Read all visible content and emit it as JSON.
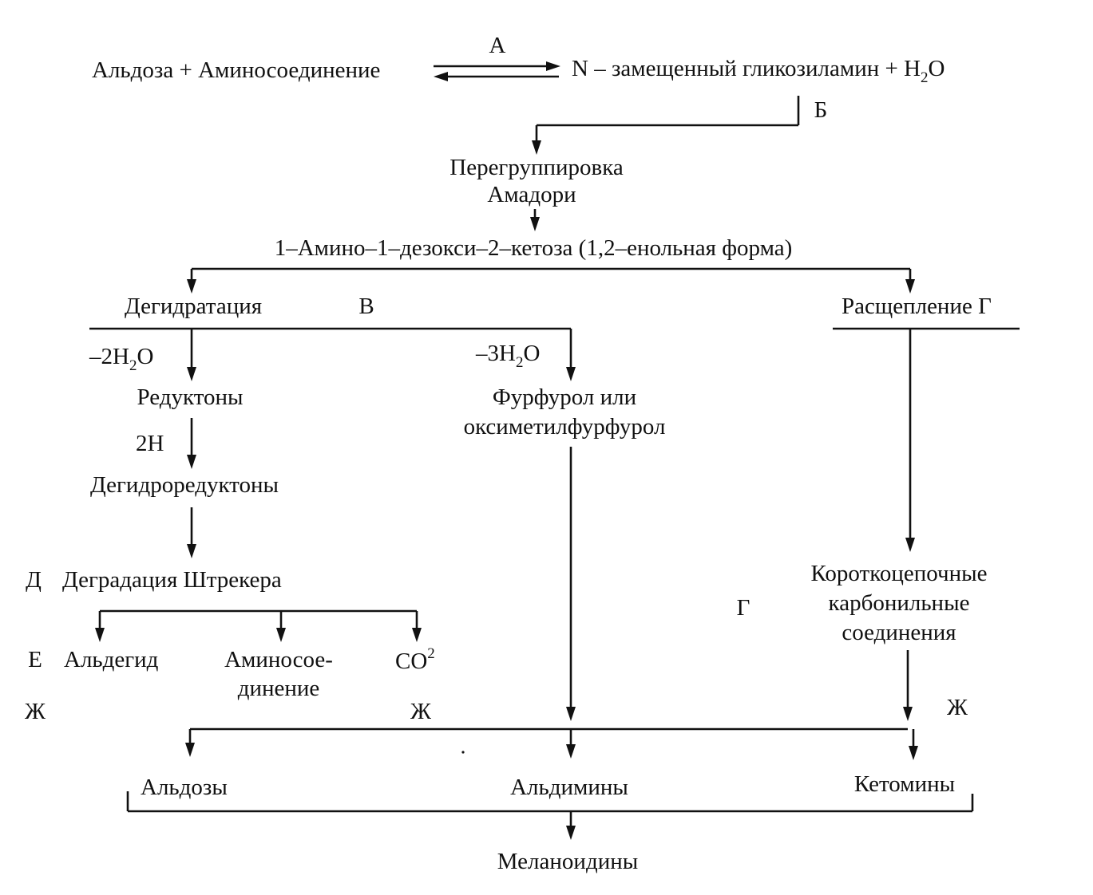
{
  "scheme": {
    "nodes": {
      "reactants": "Альдоза + Аминосоединение",
      "glycosylamine": "N – замещенный гликозиламин + H",
      "glycosylamine_sub": "2",
      "glycosylamine_tail": "O",
      "amadori_1": "Перегруппировка",
      "amadori_2": "Амадори",
      "ketose": "1–Амино–1–дезокси–2–кетоза (1,2–енольная форма)",
      "dehydration": "Дегидратация",
      "cleavage": "Расщепление Г",
      "reductones": "Редуктоны",
      "dehydroreductones": "Дегидроредуктоны",
      "strecker": "Деградация Штрекера",
      "furfural_1": "Фурфурол или",
      "furfural_2": "оксиметилфурфурол",
      "carbonyl_1": "Короткоцепочные",
      "carbonyl_2": "карбонильные",
      "carbonyl_3": "соединения",
      "aldehyde": "Альдегид",
      "amino_1": "Аминосое-",
      "amino_2": "динение",
      "co": "CO",
      "co_sup": "2",
      "aldoses": "Альдозы",
      "aldimines": "Альдимины",
      "ketomines": "Кетомины",
      "melanoidins": "Меланоидины"
    },
    "conditions": {
      "minus2_pre": "–2H",
      "minus2_sub": "2",
      "minus2_post": "O",
      "minus3_pre": "–3H",
      "minus3_sub": "2",
      "minus3_post": "O",
      "two_h": "2H"
    },
    "stage_labels": {
      "A": "А",
      "B": "Б",
      "V": "В",
      "G": "Г",
      "D": "Д",
      "E": "Е",
      "Zh_left": "Ж",
      "Zh_mid": "Ж",
      "Zh_right": "Ж"
    }
  }
}
